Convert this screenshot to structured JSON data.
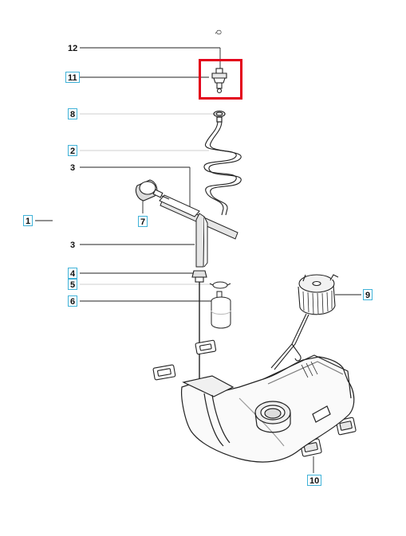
{
  "page_mark": "Q",
  "highlighted_callout": "11",
  "colors": {
    "highlight": "#e3001b",
    "callout_border": "#3fb2d8",
    "line": "#222222"
  },
  "callouts": [
    {
      "id": "12",
      "label": "12"
    },
    {
      "id": "11",
      "label": "11"
    },
    {
      "id": "8",
      "label": "8"
    },
    {
      "id": "2",
      "label": "2"
    },
    {
      "id": "3a",
      "label": "3"
    },
    {
      "id": "7",
      "label": "7"
    },
    {
      "id": "1",
      "label": "1"
    },
    {
      "id": "3b",
      "label": "3"
    },
    {
      "id": "4",
      "label": "4"
    },
    {
      "id": "5",
      "label": "5"
    },
    {
      "id": "6",
      "label": "6"
    },
    {
      "id": "9",
      "label": "9"
    },
    {
      "id": "10",
      "label": "10"
    }
  ]
}
